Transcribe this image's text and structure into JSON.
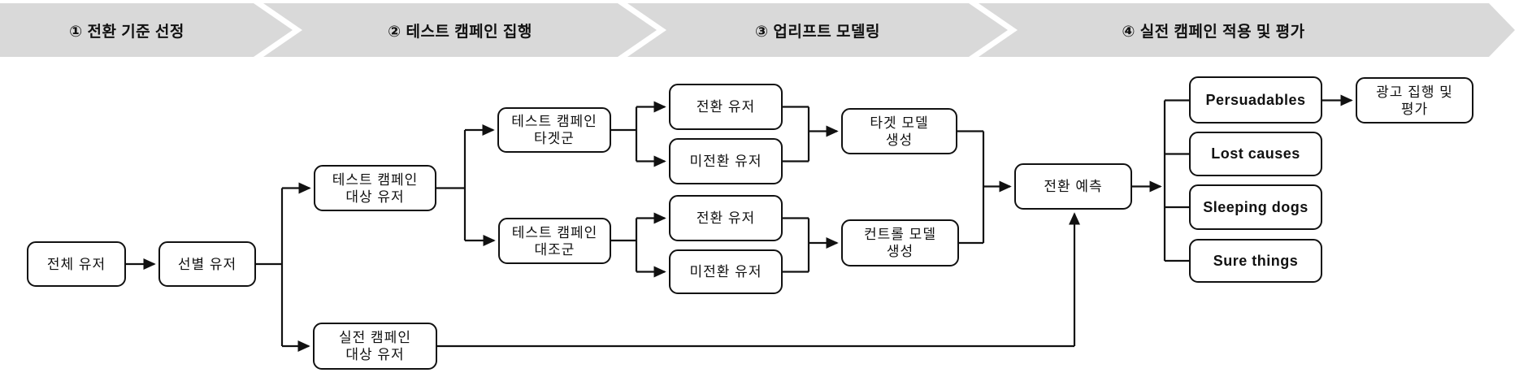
{
  "title": "업리프트 모델링 프로세스 다이어그램",
  "colors": {
    "band_gray": "#d9d9d9",
    "line_color": "#111111",
    "box_bg": "#ffffff",
    "text_color": "#111111"
  },
  "header": {
    "stages": [
      {
        "label": "① 전환 기준 선정"
      },
      {
        "label": "② 테스트 캠페인 집행"
      },
      {
        "label": "③ 업리프트 모델링"
      },
      {
        "label": "④ 실전 캠페인 적용 및 평가"
      }
    ]
  },
  "flow": {
    "all_users": "전체 유저",
    "selected_users": "선별 유저",
    "test_campaign_users": "테스트 캠페인\n대상 유저",
    "real_campaign_users": "실전 캠페인\n대상 유저",
    "test_target_group": "테스트 캠페인\n타겟군",
    "test_control_group": "테스트 캠페인\n대조군",
    "converted_users_target": "전환 유저",
    "non_converted_users_target": "미전환 유저",
    "converted_users_control": "전환 유저",
    "non_converted_users_control": "미전환 유저",
    "target_model": "타겟 모델\n생성",
    "control_model": "컨트롤 모델\n생성",
    "conversion_prediction": "전환 예측",
    "persuadables": "Persuadables",
    "lost_causes": "Lost causes",
    "sleeping_dogs": "Sleeping dogs",
    "sure_things": "Sure things",
    "ad_execution": "광고 집행 및\n평가"
  }
}
